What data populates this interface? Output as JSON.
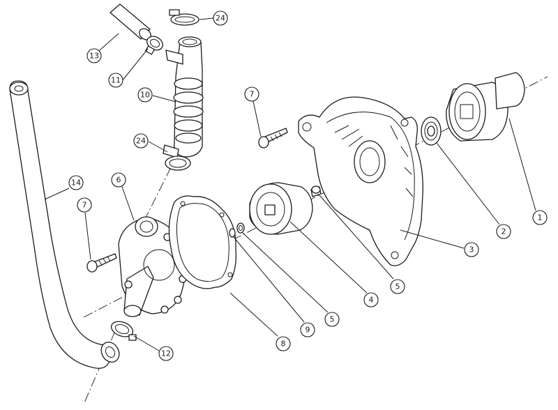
{
  "callouts": [
    {
      "id": "c1",
      "label": "1"
    },
    {
      "id": "c2",
      "label": "2"
    },
    {
      "id": "c3",
      "label": "3"
    },
    {
      "id": "c4",
      "label": "4"
    },
    {
      "id": "c5a",
      "label": "5"
    },
    {
      "id": "c5b",
      "label": "5"
    },
    {
      "id": "c6",
      "label": "6"
    },
    {
      "id": "c7a",
      "label": "7"
    },
    {
      "id": "c7b",
      "label": "7"
    },
    {
      "id": "c8",
      "label": "8"
    },
    {
      "id": "c9",
      "label": "9"
    },
    {
      "id": "c10",
      "label": "10"
    },
    {
      "id": "c11",
      "label": "11"
    },
    {
      "id": "c12",
      "label": "12"
    },
    {
      "id": "c13",
      "label": "13"
    },
    {
      "id": "c14",
      "label": "14"
    },
    {
      "id": "c24a",
      "label": "24"
    },
    {
      "id": "c24b",
      "label": "24"
    }
  ]
}
